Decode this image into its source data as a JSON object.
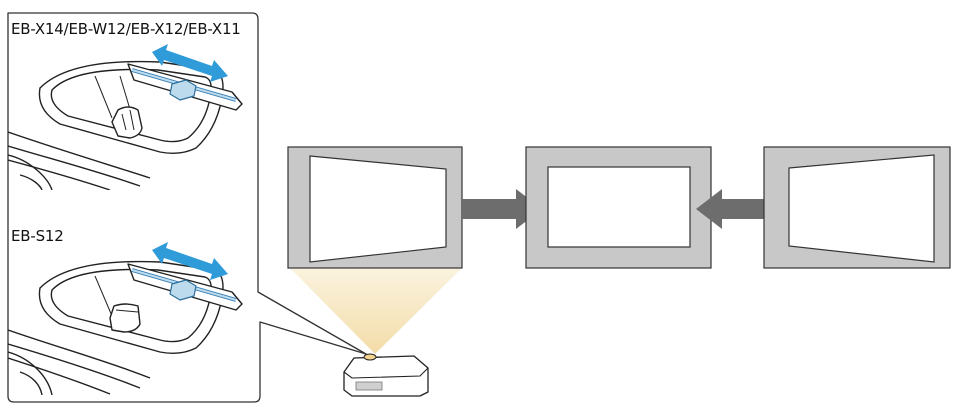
{
  "inset": {
    "top_model_label": "EB-X14/EB-W12/EB-X12/EB-X11",
    "bottom_model_label": "EB-S12"
  },
  "colors": {
    "screen_frame": "#c8c8c8",
    "arrow_dark": "#6d6d6d",
    "slider_arrow_blue": "#2f9bd8",
    "slider_knob_blue": "#bcdcee",
    "projection_beam": "#f6e7c2",
    "outline": "#222222"
  },
  "screens": [
    {
      "name": "keystone-left",
      "shape": "trapezoid-wider-left"
    },
    {
      "name": "corrected",
      "shape": "rectangle"
    },
    {
      "name": "keystone-right",
      "shape": "trapezoid-wider-right"
    }
  ]
}
